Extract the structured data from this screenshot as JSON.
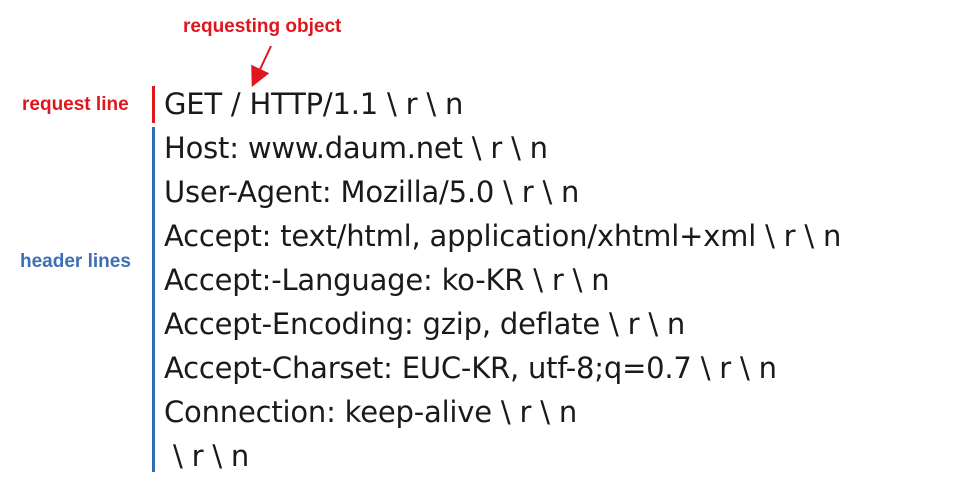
{
  "annotations": {
    "requesting_object": "requesting object",
    "request_line": "request line",
    "header_lines": "header lines"
  },
  "colors": {
    "red": "#e0161e",
    "blue": "#2f6db5",
    "text": "#1a1a1a"
  },
  "request_line": "GET / HTTP/1.1 \\ r \\ n",
  "header_lines": [
    "Host: www.daum.net \\ r \\ n",
    "User-Agent: Mozilla/5.0 \\ r \\ n",
    "Accept: text/html, application/xhtml+xml \\ r \\ n",
    "Accept:-Language: ko-KR \\ r \\ n",
    "Accept-Encoding: gzip, deflate \\ r \\ n",
    "Accept-Charset: EUC-KR, utf-8;q=0.7 \\ r \\ n",
    "Connection: keep-alive \\ r \\ n",
    " \\ r \\ n"
  ]
}
